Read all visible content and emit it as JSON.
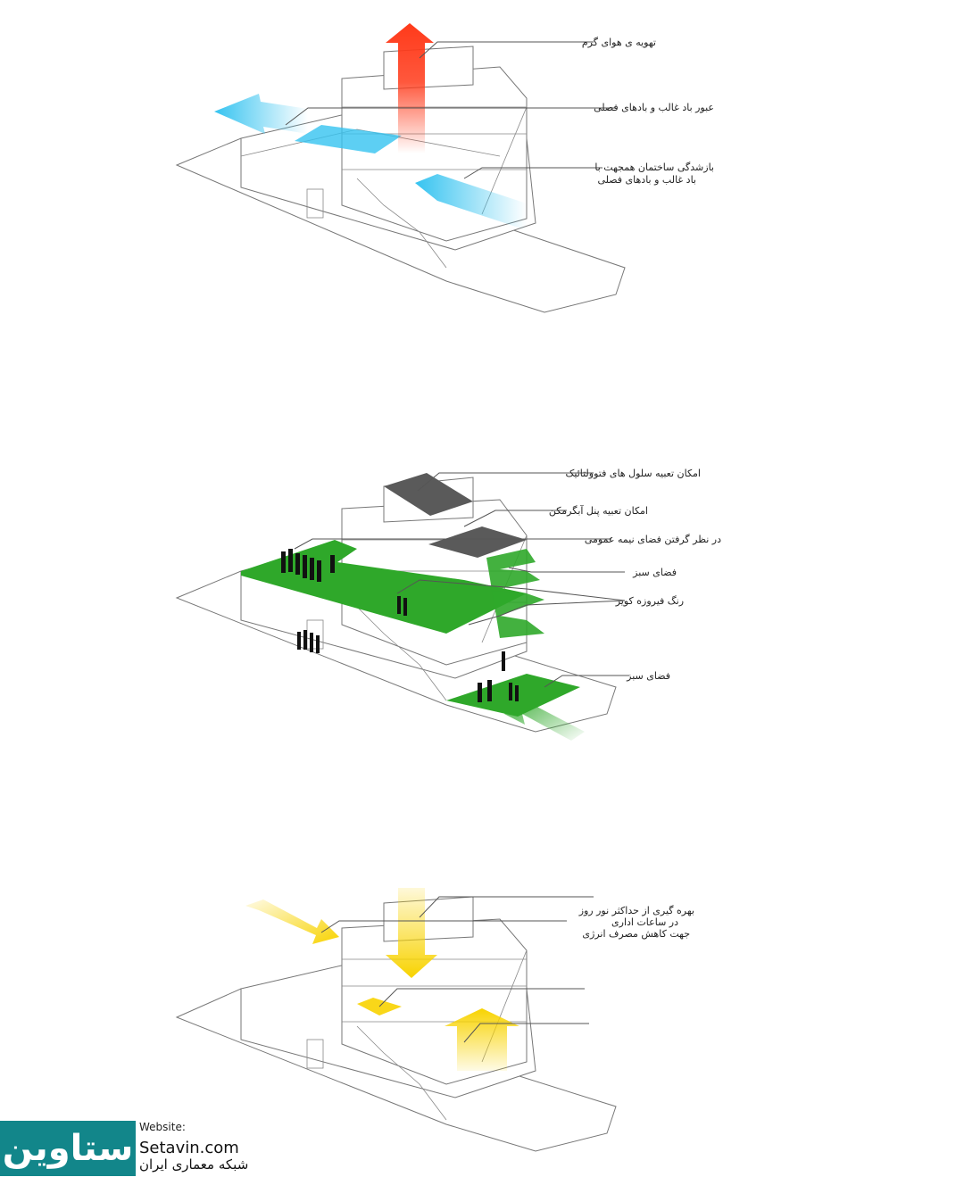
{
  "diagram1": {
    "labels": [
      "تهویه ی هوای گرم",
      "عبور باد غالب و بادهای فصلی",
      "بازشدگی ساختمان همجهت با",
      "باد غالب و بادهای فصلی"
    ],
    "colors": {
      "hot_air": "#ff3a1a",
      "wind": "#35c3f0"
    }
  },
  "diagram2": {
    "labels": [
      "امکان تعبیه سلول های فتوولتائیک",
      "امکان تعبیه پنل آبگرمکن",
      "در نظر گرفتن فضای نیمه عمومی",
      "فضای سبز",
      "رنگ فیروزه کویر",
      "فضای سبز"
    ],
    "colors": {
      "green": "#2fa82a",
      "solar": "#5a5a5a"
    }
  },
  "diagram3": {
    "labels": [
      "بهره گیری از حداکثر نور روز",
      "در ساعات اداری",
      "جهت کاهش مصرف انرژی"
    ],
    "colors": {
      "sun": "#f8d300"
    }
  },
  "logo": {
    "brand": "ستاوین",
    "website_label": "Website:",
    "website": "Setavin.com",
    "subtitle": "شبکه معماری ایران",
    "color": "#12868a"
  }
}
